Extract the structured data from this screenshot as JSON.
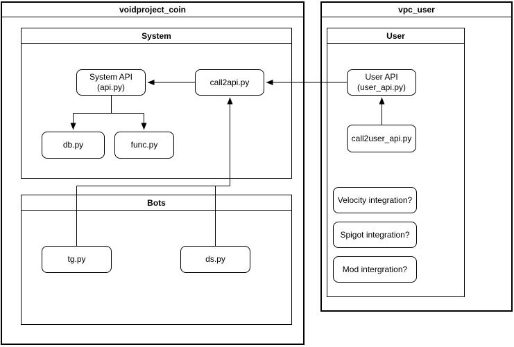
{
  "diagram": {
    "type": "architecture-flowchart",
    "colors": {
      "stroke": "#000000",
      "node_fill": "#ffffff",
      "background": "#ffffff"
    },
    "containers": {
      "voidproject_coin": {
        "title": "voidproject_coin"
      },
      "system": {
        "title": "System"
      },
      "bots": {
        "title": "Bots"
      },
      "vpc_user": {
        "title": "vpc_user"
      },
      "user": {
        "title": "User"
      }
    },
    "nodes": {
      "system_api": {
        "lines": [
          "System API",
          "(api.py)"
        ]
      },
      "call2api": {
        "lines": [
          "call2api.py"
        ]
      },
      "db": {
        "lines": [
          "db.py"
        ]
      },
      "func": {
        "lines": [
          "func.py"
        ]
      },
      "tg": {
        "lines": [
          "tg.py"
        ]
      },
      "ds": {
        "lines": [
          "ds.py"
        ]
      },
      "user_api": {
        "lines": [
          "User API",
          "(user_api.py)"
        ]
      },
      "call2user_api": {
        "lines": [
          "call2user_api.py"
        ]
      },
      "velocity": {
        "lines": [
          "Velocity integration?"
        ]
      },
      "spigot": {
        "lines": [
          "Spigot integration?"
        ]
      },
      "mod": {
        "lines": [
          "Mod intergration?"
        ]
      }
    },
    "edges": [
      {
        "from": "call2api.py",
        "to": "System API (api.py)",
        "arrow": true
      },
      {
        "from": "User API (user_api.py)",
        "to": "call2api.py",
        "arrow": true
      },
      {
        "from": "call2user_api.py",
        "to": "User API (user_api.py)",
        "arrow": true
      },
      {
        "from": "System API (api.py)",
        "to": "db.py",
        "arrow": true
      },
      {
        "from": "System API (api.py)",
        "to": "func.py",
        "arrow": true
      },
      {
        "from": "tg.py",
        "to": "call2api.py",
        "arrow": true
      },
      {
        "from": "ds.py",
        "to": "call2api.py",
        "arrow": true
      }
    ]
  }
}
